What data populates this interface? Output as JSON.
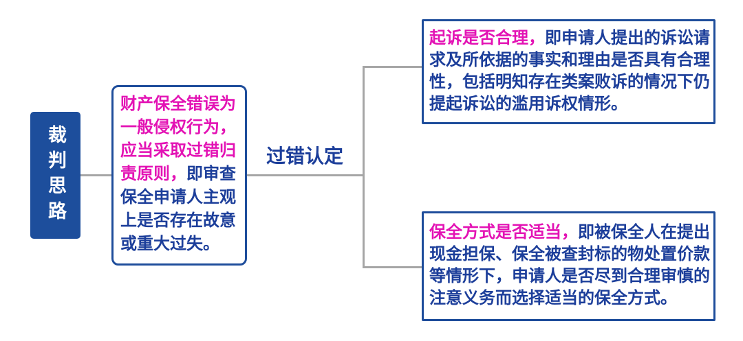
{
  "flowchart": {
    "root_label": "裁判思路",
    "branch_label": "过错认定",
    "premise": {
      "highlight": "财产保全错误为一般侵权行为，应当采取过错归责原则，",
      "body": "即审查保全申请人主观上是否存在故意或重大过失。"
    },
    "branch_top": {
      "highlight": "起诉是否合理，",
      "body": "即申请人提出的诉讼请求及所依据的事实和理由是否具有合理性，包括明知存在类案败诉的情况下仍提起诉讼的滥用诉权情形。"
    },
    "branch_bottom": {
      "highlight": "保全方式是否适当，",
      "body": "即被保全人在提出现金担保、保全被查封标的物处置价款等情形下，申请人是否尽到合理审慎的注意义务而选择适当的保全方式。"
    }
  },
  "colors": {
    "node_fill": "#1d4e9c",
    "box_border": "#1e4d9b",
    "text_blue": "#1c3e9a",
    "highlight_magenta": "#e312b4",
    "connector_gray": "#a6a6a6",
    "root_text": "#ffffff",
    "background": "#ffffff"
  }
}
